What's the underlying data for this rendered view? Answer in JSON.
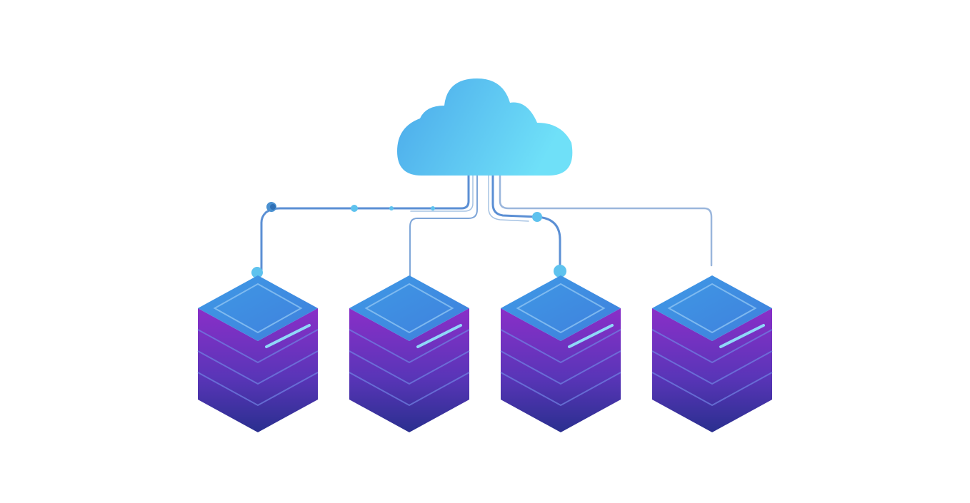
{
  "diagram": {
    "cloud": {
      "icon": "cloud-icon"
    },
    "servers": [
      {
        "icon": "server-stack-icon",
        "connected_to": "cloud"
      },
      {
        "icon": "server-stack-icon",
        "connected_to": "cloud"
      },
      {
        "icon": "server-stack-icon",
        "connected_to": "cloud"
      },
      {
        "icon": "server-stack-icon",
        "connected_to": "cloud"
      }
    ],
    "colors": {
      "cloud_start": "#4aa8ea",
      "cloud_end": "#6fe0f8",
      "server_top": "#3f9ae6",
      "server_body_top": "#8a2fc8",
      "server_body_bottom": "#2a2f8f",
      "connector": "#5d8fd0",
      "node": "#5ec2ee"
    }
  }
}
